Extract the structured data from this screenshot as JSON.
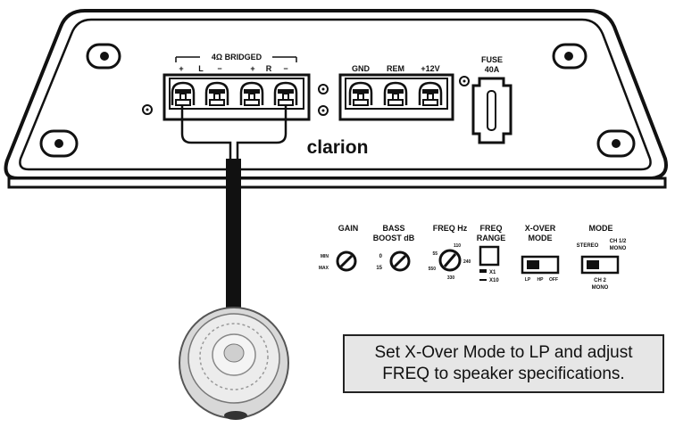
{
  "amp": {
    "brand": "clarion",
    "bridged_label": "4Ω BRIDGED",
    "polarity": [
      "+",
      "L",
      "−",
      "+",
      "R",
      "−"
    ],
    "power_terminals": [
      "GND",
      "REM",
      "+12V"
    ],
    "fuse_label": "FUSE",
    "fuse_rating": "40A"
  },
  "controls": {
    "gain": {
      "title": "GAIN",
      "min": "MIN",
      "max": "MAX"
    },
    "bass_boost": {
      "title1": "BASS",
      "title2": "BOOST dB",
      "low": "0",
      "high": "15"
    },
    "freq_hz": {
      "title": "FREQ Hz",
      "marks": [
        "55",
        "110",
        "240",
        "550",
        "330"
      ]
    },
    "freq_range": {
      "title1": "FREQ",
      "title2": "RANGE",
      "x1": "X1",
      "x10": "X10"
    },
    "xover_mode": {
      "title1": "X-OVER",
      "title2": "MODE",
      "options": [
        "LP",
        "HP",
        "OFF"
      ]
    },
    "mode": {
      "title": "MODE",
      "stereo": "STEREO",
      "ch12a": "CH 1/2",
      "ch12b": "MONO",
      "ch2a": "CH 2",
      "ch2b": "MONO"
    }
  },
  "note": {
    "line1": "Set X-Over Mode to LP and adjust",
    "line2": "FREQ to speaker specifications."
  },
  "colors": {
    "outline": "#111111",
    "note_bg": "#e6e6e6",
    "speaker": "#dcdcdc"
  }
}
